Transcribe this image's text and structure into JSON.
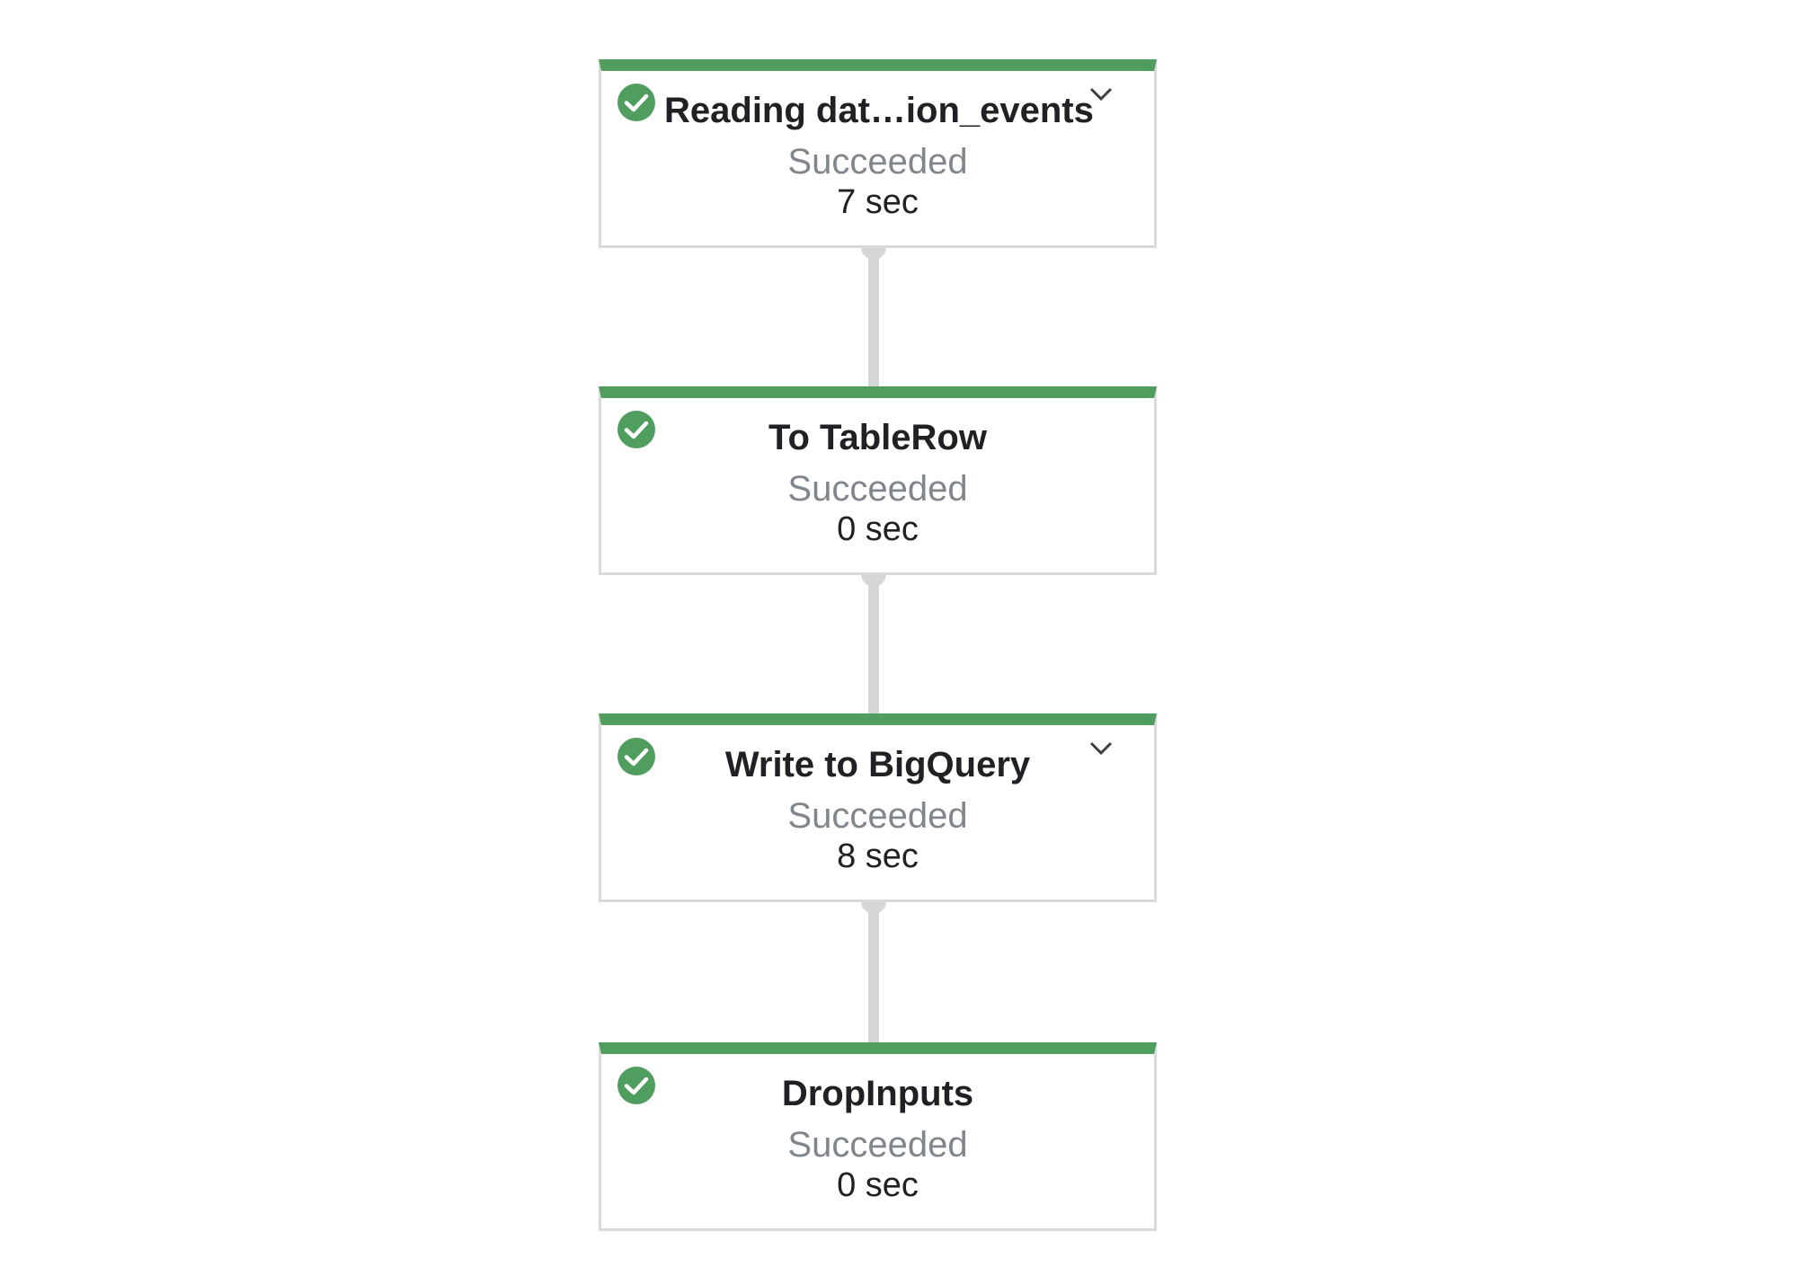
{
  "graph": {
    "steps": [
      {
        "name": "Reading dat…ion_events",
        "status": "Succeeded",
        "duration": "7 sec",
        "expandable": true,
        "status_icon": "check-circle-icon"
      },
      {
        "name": "To TableRow",
        "status": "Succeeded",
        "duration": "0 sec",
        "expandable": false,
        "status_icon": "check-circle-icon"
      },
      {
        "name": "Write to BigQuery",
        "status": "Succeeded",
        "duration": "8 sec",
        "expandable": true,
        "status_icon": "check-circle-icon"
      },
      {
        "name": "DropInputs",
        "status": "Succeeded",
        "duration": "0 sec",
        "expandable": false,
        "status_icon": "check-circle-icon"
      }
    ]
  },
  "colors": {
    "success": "#4f9e5f",
    "connector": "#d6d6d6",
    "node_border": "#dadada",
    "status_text": "#80868b",
    "title_text": "#202124"
  }
}
